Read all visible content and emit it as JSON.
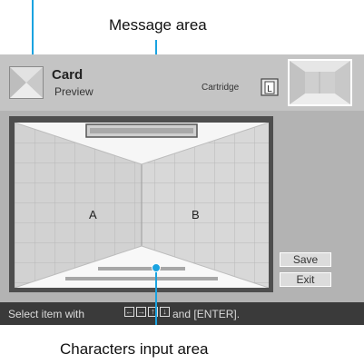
{
  "callouts": {
    "message_area": "Message area",
    "characters_input_area": "Characters input area"
  },
  "header": {
    "title": "Card",
    "subtitle": "Preview",
    "cartridge_label": "Cartridge",
    "cartridge_icon_letter": "L"
  },
  "card": {
    "label_a": "A",
    "label_b": "B"
  },
  "buttons": {
    "save": "Save",
    "exit": "Exit"
  },
  "status": {
    "prefix": "Select item with",
    "keys": [
      "←",
      "→",
      "↑",
      "↓"
    ],
    "suffix": "and [ENTER]."
  },
  "colors": {
    "callout": "#1aa3e0"
  }
}
